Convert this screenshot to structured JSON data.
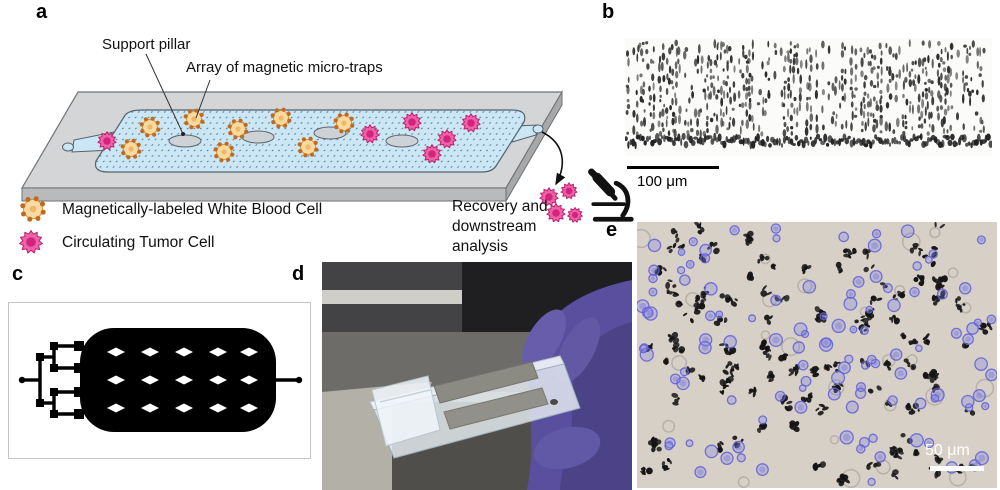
{
  "panels": {
    "a": {
      "label": "a",
      "support_pillar_label": "Support pillar",
      "array_label": "Array of magnetic micro-traps",
      "legend_wbc_label": "Magnetically-labeled White Blood Cell",
      "legend_ctc_label": "Circulating Tumor Cell",
      "recovery_label": "Recovery and downstream analysis"
    },
    "b": {
      "label": "b",
      "scale_bar_label": "100 μm"
    },
    "c": {
      "label": "c"
    },
    "d": {
      "label": "d"
    },
    "e": {
      "label": "e",
      "scale_bar_label": "50 μm"
    }
  },
  "colors": {
    "wbc_fill": "#f8d9a0",
    "wbc_bead": "#c06a1f",
    "ctc_fill": "#ef62a6",
    "ctc_nucleus": "#d2247f",
    "channel_fill": "#cbe7f6",
    "chip_gray": "#d4d5d6",
    "glove_purple": "#5a4f9e",
    "cell_ring_blue": "#5f5fd7",
    "micrograph_bg": "#d7d0c7"
  }
}
